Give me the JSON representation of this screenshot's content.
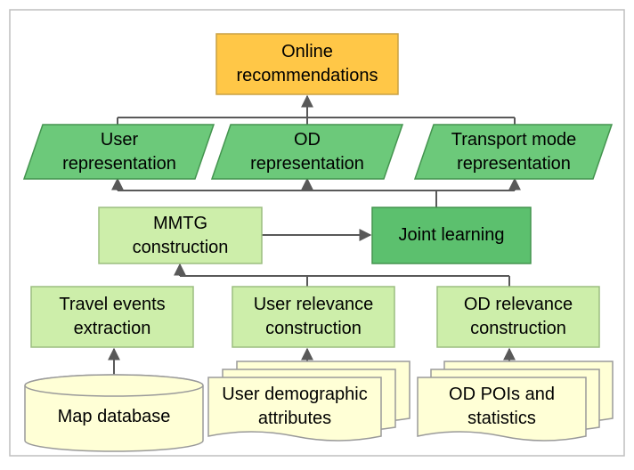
{
  "colors": {
    "background": "#ffffff",
    "frame_border": "#bfbfbf",
    "online_fill": "#ffc747",
    "online_border": "#c9a044",
    "representation_fill": "#6cc97a",
    "representation_border": "#44944f",
    "light_green_fill": "#cdeeaa",
    "light_green_border": "#9cbd80",
    "joint_fill": "#5cc06e",
    "source_fill": "#ffffd6",
    "source_border": "#9a9a9a",
    "arrow": "#595959"
  },
  "nodes": {
    "online": "Online\nrecommendations",
    "user_rep": "User\nrepresentation",
    "od_rep": "OD\nrepresentation",
    "transport_rep": "Transport mode\nrepresentation",
    "mmtg": "MMTG\nconstruction",
    "joint": "Joint learning",
    "travel_events": "Travel events\nextraction",
    "user_relevance": "User relevance\nconstruction",
    "od_relevance": "OD relevance\nconstruction",
    "map_db": "Map database",
    "user_demo": "User demographic\nattributes",
    "od_pois": "OD POIs and\nstatistics"
  }
}
